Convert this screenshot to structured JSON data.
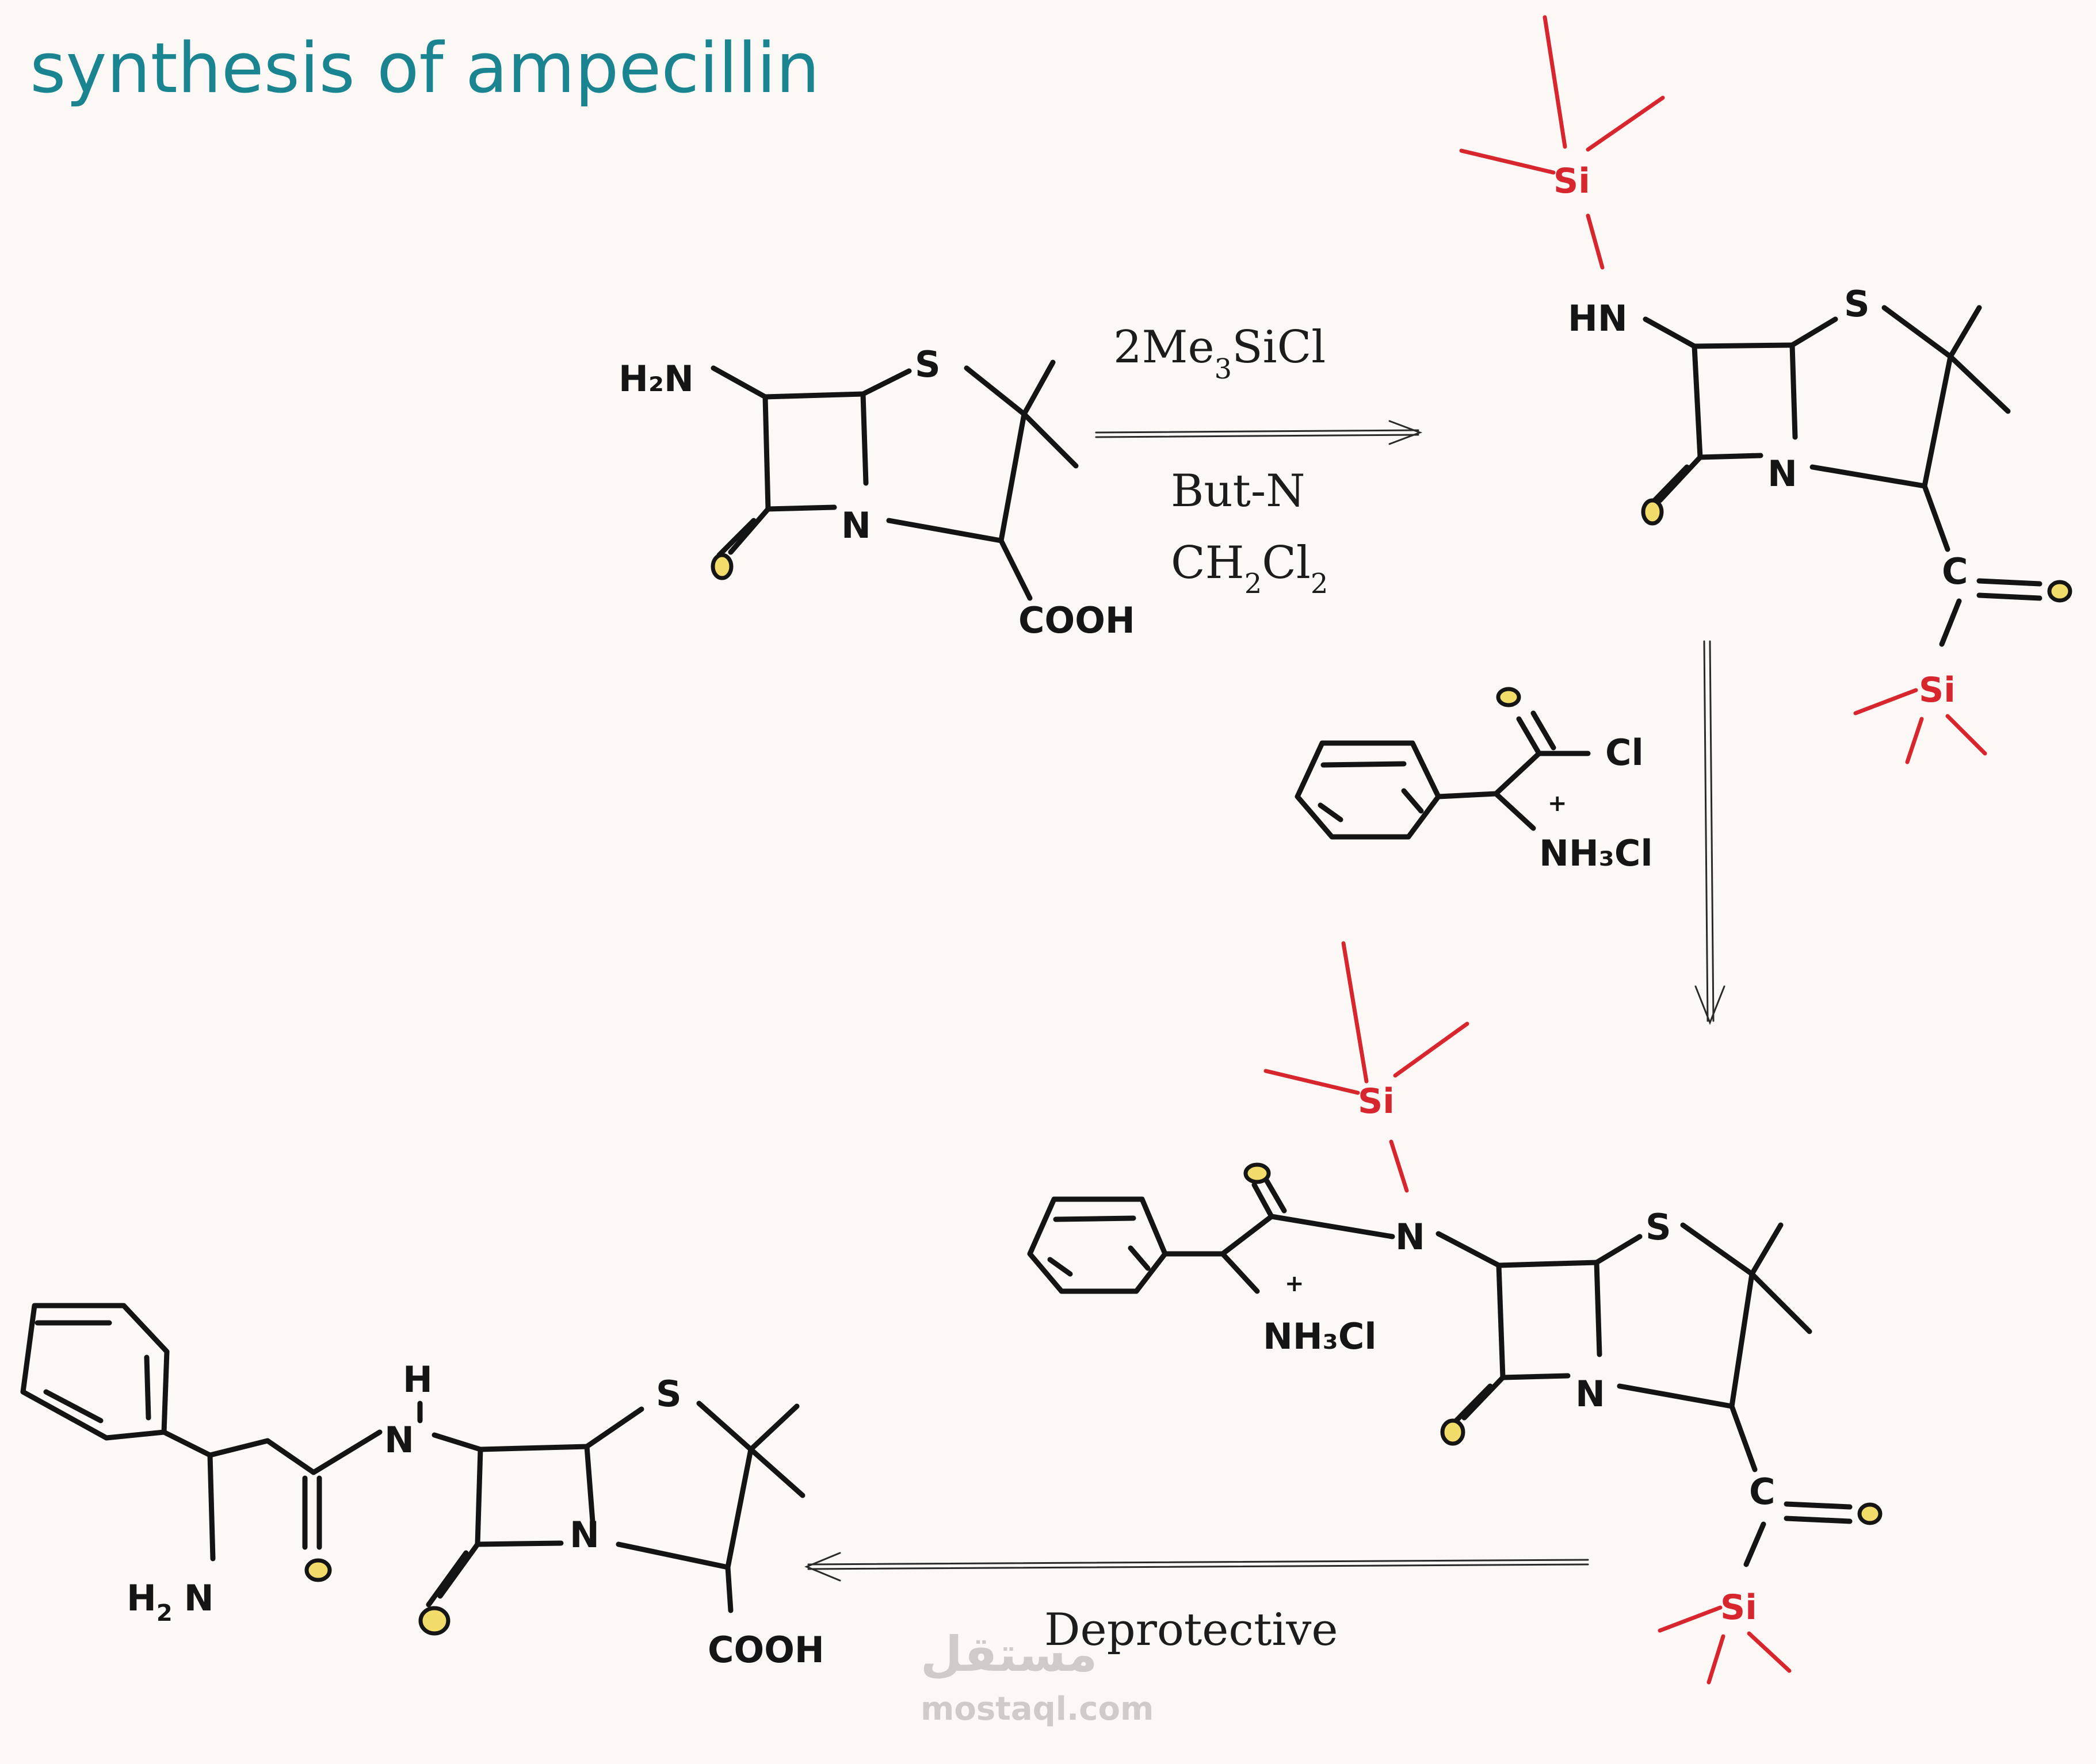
{
  "title": "synthesis of ampecillin",
  "step1_reagents": {
    "line1_main": "2Me",
    "line1_sub": "3",
    "line1_rest": "SiCl",
    "line2": "But-N",
    "line3_a": "CH",
    "line3_sub1": "2",
    "line3_b": "Cl",
    "line3_sub2": "2"
  },
  "step3_label": "Deprotective",
  "atoms": {
    "amine_h2n": "H₂N",
    "hn": "HN",
    "n": "N",
    "s": "S",
    "cooh": "COOH",
    "c": "C",
    "si": "Si",
    "cl": "Cl",
    "nh3cl": "NH₃Cl",
    "plus": "+",
    "h": "H",
    "h2n_final_h": "H",
    "h2n_final_sub": "2",
    "h2n_final_n": "N"
  },
  "watermark": {
    "arabic": "مستقل",
    "latin": "mostaql.com"
  },
  "colors": {
    "title": "#1a8591",
    "silyl": "#d8262e",
    "oxygen_fill": "#f2dc6a",
    "ink": "#141414",
    "background": "#fcf8f5"
  }
}
